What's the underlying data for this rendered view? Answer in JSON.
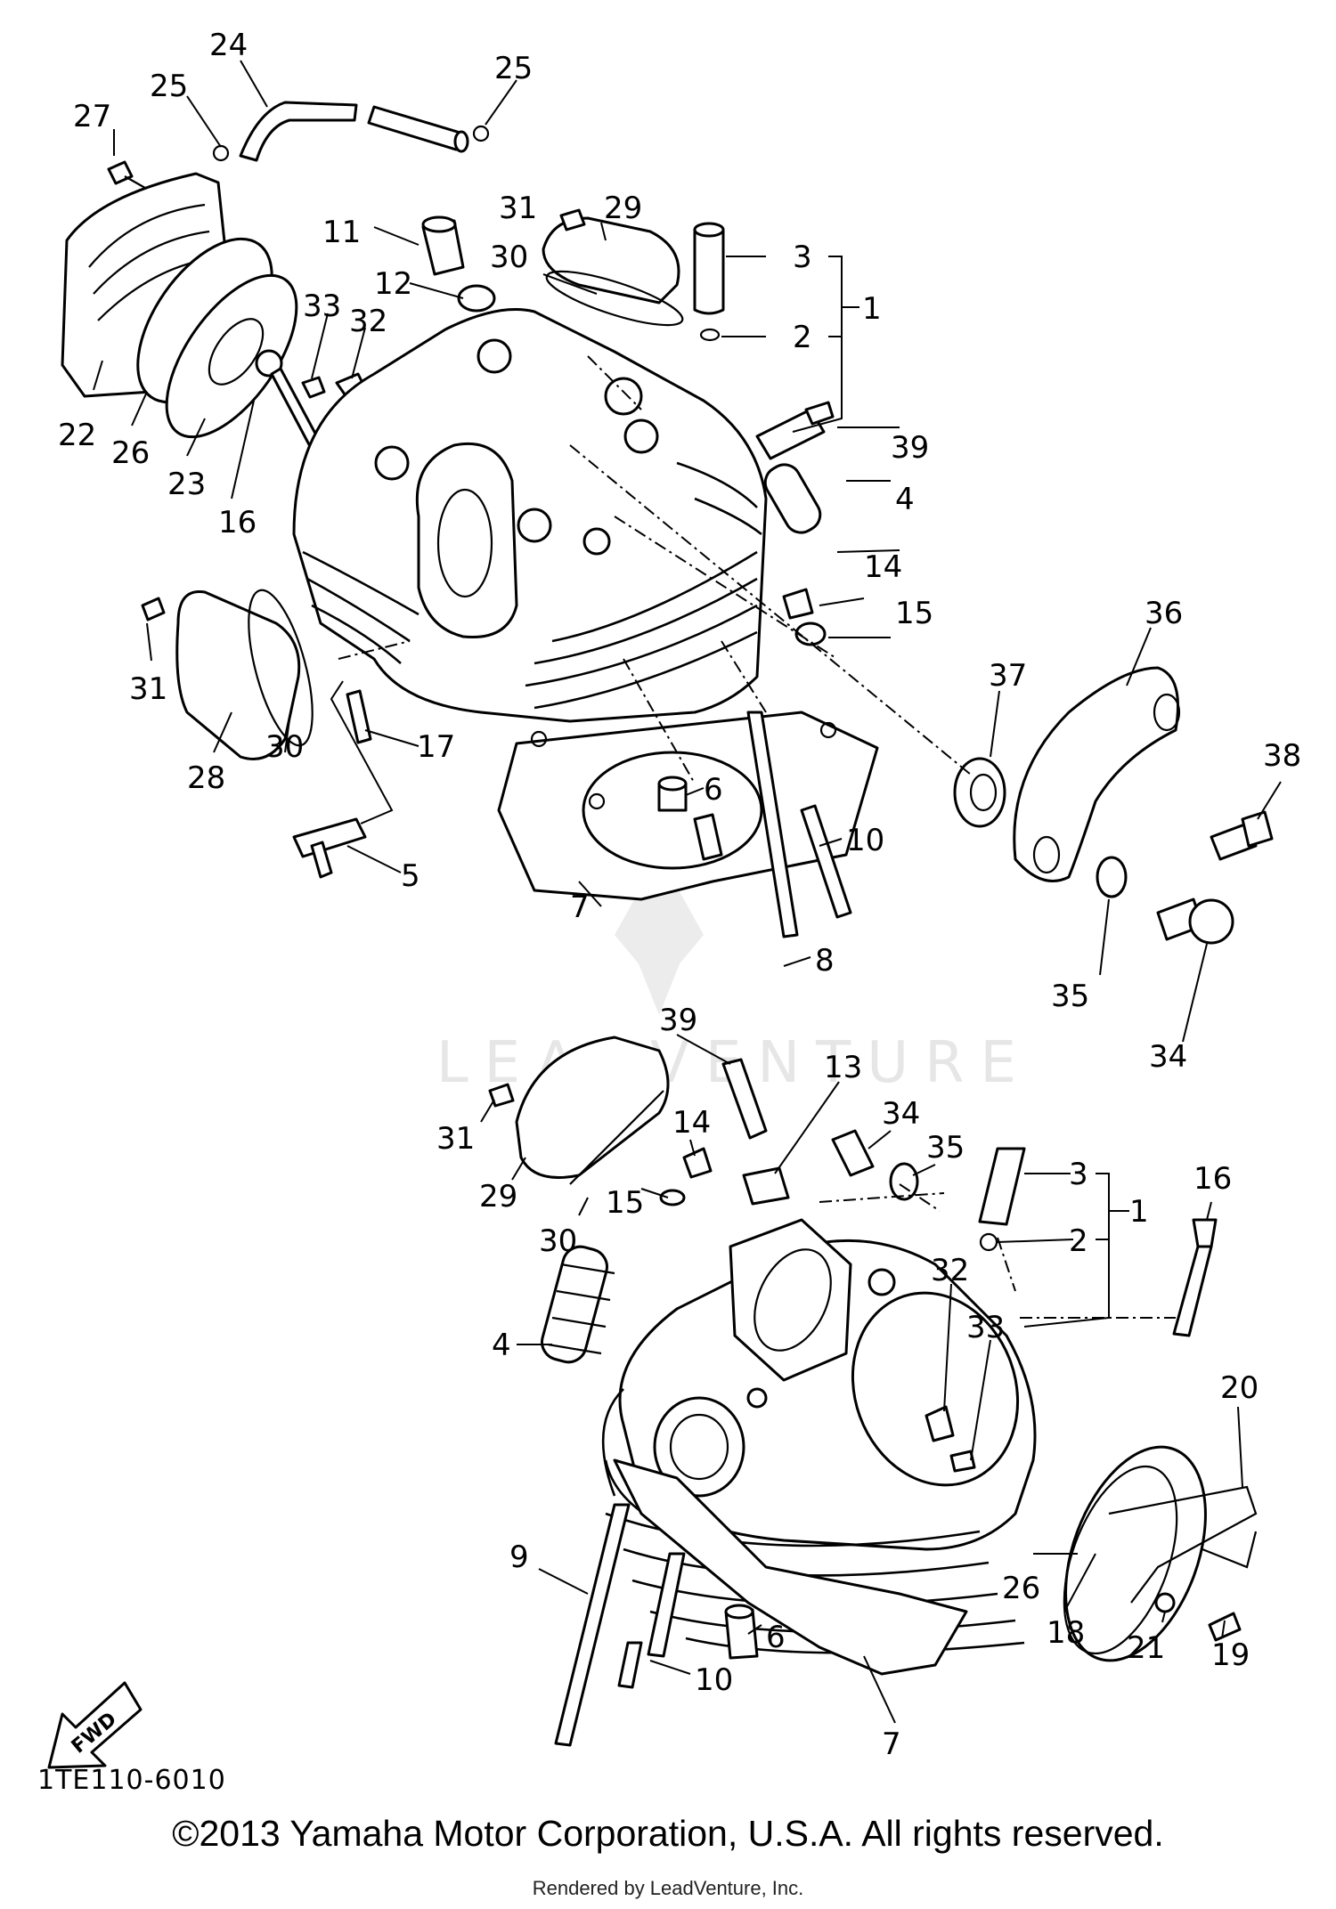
{
  "watermark": "LEADVENTURE",
  "drawing_code": "1TE110-6010",
  "copyright": "©2013 Yamaha Motor Corporation, U.S.A. All rights reserved.",
  "rendered_by": "Rendered by LeadVenture, Inc.",
  "fwd_label": "FWD",
  "callouts": [
    "24",
    "25",
    "25",
    "27",
    "31",
    "29",
    "3",
    "11",
    "30",
    "12",
    "2",
    "1",
    "22",
    "26",
    "23",
    "16",
    "33",
    "32",
    "39",
    "4",
    "14",
    "15",
    "36",
    "31",
    "30",
    "28",
    "17",
    "37",
    "38",
    "6",
    "5",
    "10",
    "7",
    "8",
    "35",
    "34",
    "39",
    "13",
    "31",
    "14",
    "34",
    "35",
    "3",
    "16",
    "29",
    "15",
    "30",
    "2",
    "1",
    "4",
    "32",
    "33",
    "20",
    "26",
    "18",
    "21",
    "19",
    "9",
    "10",
    "6",
    "7"
  ]
}
